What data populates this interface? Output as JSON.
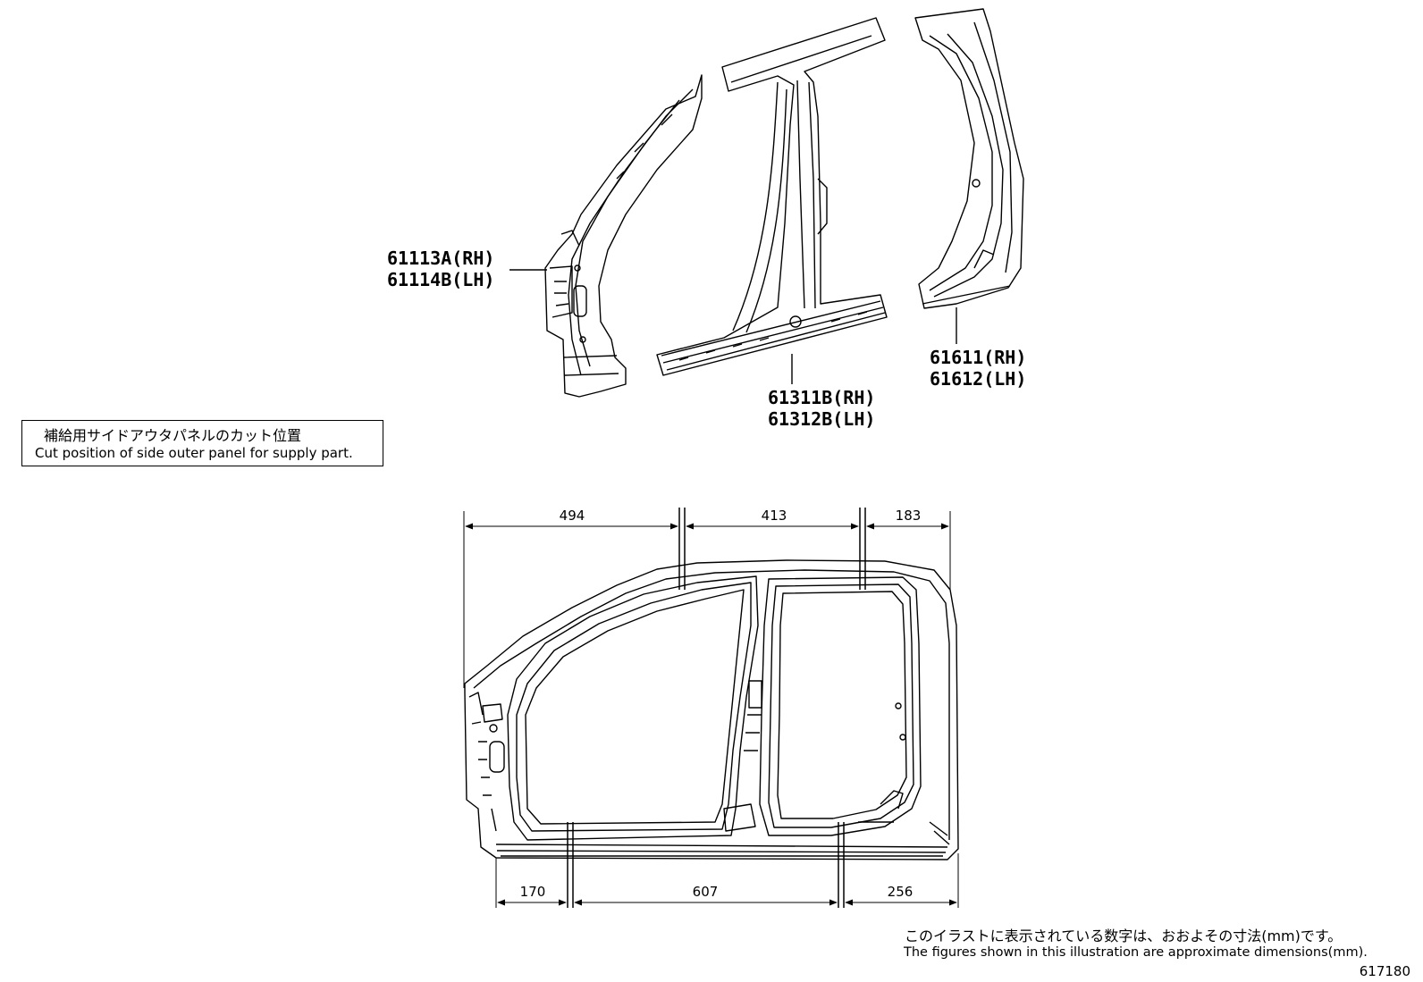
{
  "parts": {
    "a_pillar": {
      "rh": "61113A(RH)",
      "lh": "61114B(LH)"
    },
    "center_panel": {
      "rh": "61311B(RH)",
      "lh": "61312B(LH)"
    },
    "rear_pillar": {
      "rh": "61611(RH)",
      "lh": "61612(LH)"
    }
  },
  "cut_box": {
    "japanese": "補給用サイドアウタパネルのカット位置",
    "english": "Cut position of side outer panel for supply part."
  },
  "dimensions": {
    "top": [
      "494",
      "413",
      "183"
    ],
    "bottom": [
      "170",
      "607",
      "256"
    ]
  },
  "notes": {
    "japanese": "このイラストに表示されている数字は、おおよその寸法(mm)です。",
    "english": "The figures shown in this illustration are approximate dimensions(mm).",
    "figure_number": "617180"
  }
}
